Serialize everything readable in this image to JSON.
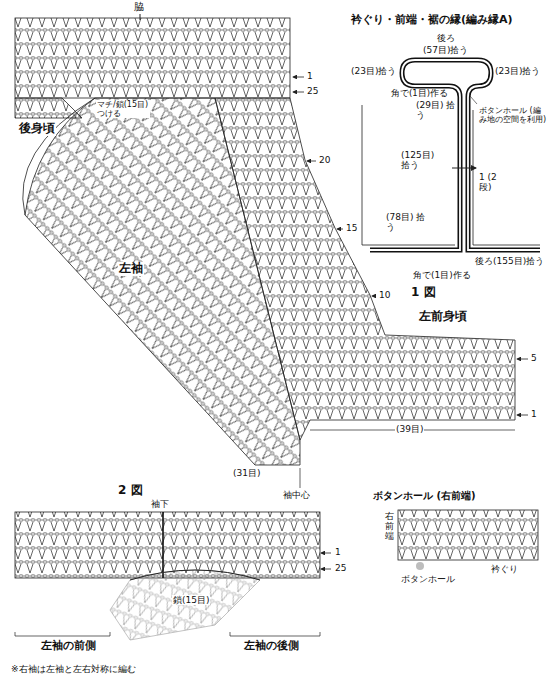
{
  "diagram": {
    "labels": [
      "脇",
      "衿ぐり・前端・裾の縁(編み縁A)",
      "後ろ",
      "(57目)拾う",
      "(23目)拾う",
      "角で(1目)作る",
      "(23目)拾う",
      "(29目) 拾う",
      "ボタンホール (編み地の空間を利用)",
      "(125目) 拾う",
      "1 (2段)",
      "(78目) 拾う",
      "後ろ(155目)拾う",
      "角で(1目)作る",
      "1",
      "25",
      "マチ/鎖(15目) つける",
      "後身頃",
      "20",
      "15",
      "左袖",
      "10",
      "1 図",
      "左前身頃",
      "5",
      "1",
      "(39目)",
      "(31目)",
      "袖中心",
      "2 図",
      "袖下",
      "ボタンホール (右前端)",
      "1",
      "25",
      "右前端",
      "衿ぐり",
      "ボタンホール",
      "鎖(15目)",
      "左袖の前側",
      "左袖の後側",
      "※右袖は左袖と左右対称に編む"
    ]
  }
}
